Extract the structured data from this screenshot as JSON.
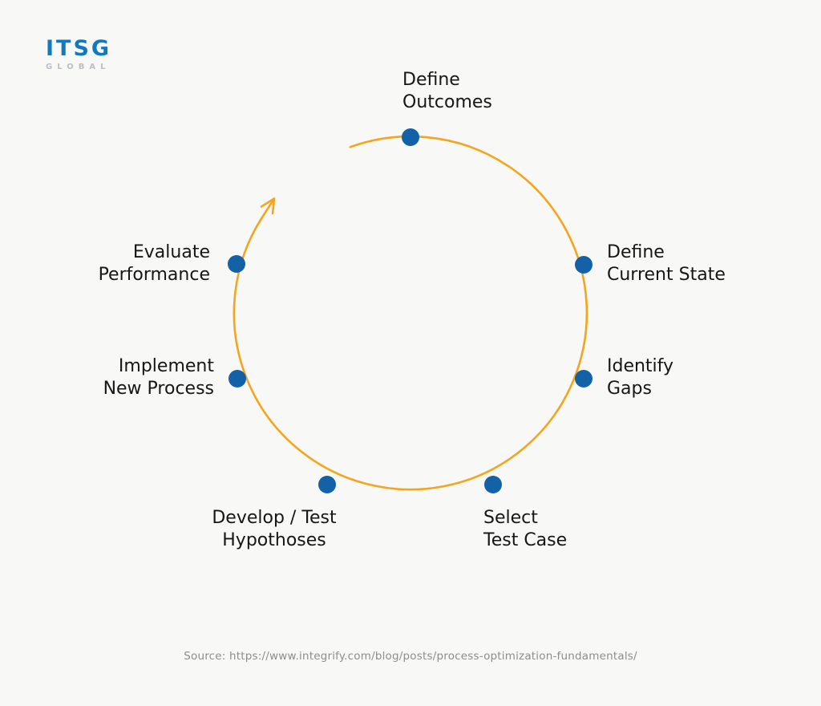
{
  "logo": {
    "title": "ITSG",
    "subtitle": "GLOBAL"
  },
  "diagram": {
    "type": "cycle",
    "direction": "clockwise",
    "steps": [
      {
        "id": "define-outcomes",
        "label": "Define\nOutcomes"
      },
      {
        "id": "define-current-state",
        "label": "Define\nCurrent State"
      },
      {
        "id": "identify-gaps",
        "label": "Identify\nGaps"
      },
      {
        "id": "select-test-case",
        "label": "Select\nTest Case"
      },
      {
        "id": "develop-test-hypothoses",
        "label": "Develop / Test\nHypothoses"
      },
      {
        "id": "implement-new-process",
        "label": "Implement\nNew Process"
      },
      {
        "id": "evaluate-performance",
        "label": "Evaluate\nPerformance"
      }
    ],
    "colors": {
      "circle": "#F5A51D",
      "dot": "#1361A6",
      "text": "#161616",
      "background": "#F8F8F7"
    }
  },
  "source": {
    "text": "Source: https://www.integrify.com/blog/posts/process-optimization-fundamentals/"
  }
}
